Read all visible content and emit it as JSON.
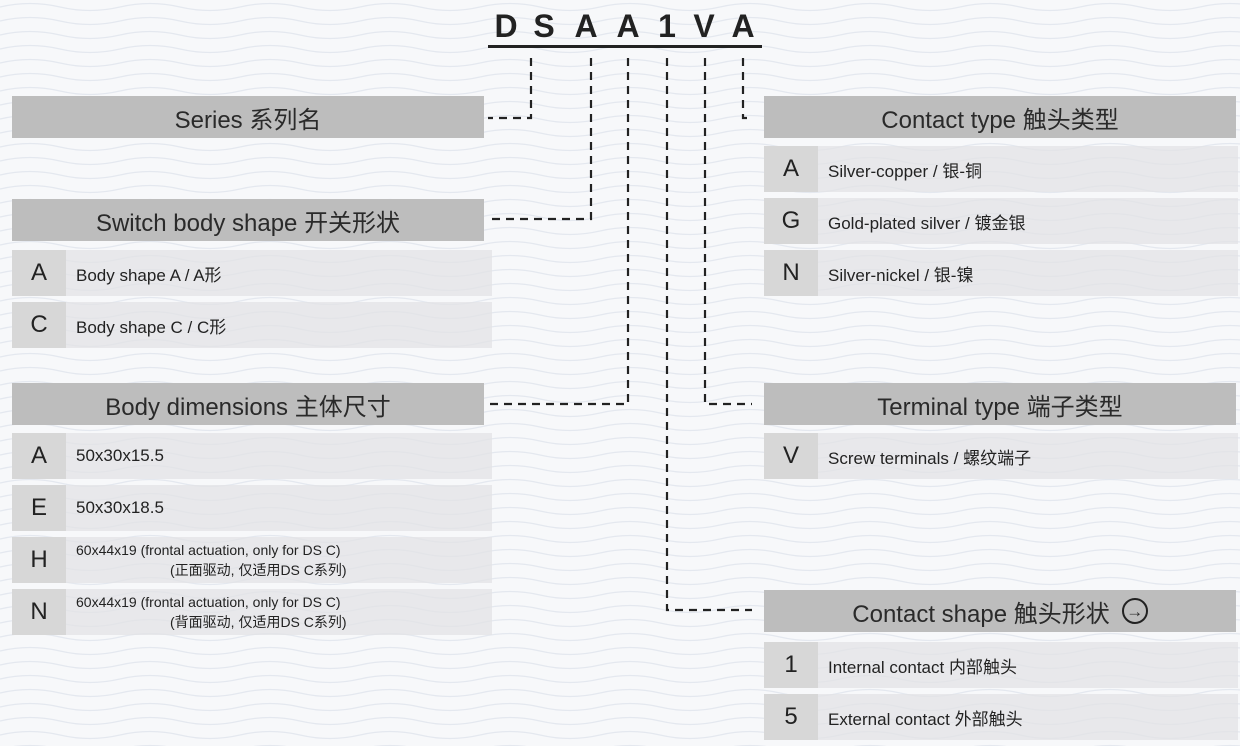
{
  "code": {
    "characters": [
      "D",
      "S",
      "A",
      "A",
      "1",
      "V",
      "A"
    ]
  },
  "sections": {
    "series": {
      "header": "Series 系列名"
    },
    "switch_body_shape": {
      "header": "Switch body shape 开关形状",
      "options": [
        {
          "code": "A",
          "desc": "Body shape A / A形"
        },
        {
          "code": "C",
          "desc": "Body shape C / C形"
        }
      ]
    },
    "body_dimensions": {
      "header": "Body dimensions 主体尺寸",
      "options": [
        {
          "code": "A",
          "desc": "50x30x15.5"
        },
        {
          "code": "E",
          "desc": "50x30x18.5"
        },
        {
          "code": "H",
          "desc": "60x44x19 (frontal actuation, only for DS C)",
          "desc2": "(正面驱动, 仅适用DS C系列)"
        },
        {
          "code": "N",
          "desc": "60x44x19 (frontal actuation, only for DS C)",
          "desc2": "(背面驱动, 仅适用DS C系列)"
        }
      ]
    },
    "contact_type": {
      "header": "Contact type 触头类型",
      "options": [
        {
          "code": "A",
          "desc": "Silver-copper / 银-铜"
        },
        {
          "code": "G",
          "desc": "Gold-plated silver / 镀金银"
        },
        {
          "code": "N",
          "desc": "Silver-nickel / 银-镍"
        }
      ]
    },
    "terminal_type": {
      "header": "Terminal type 端子类型",
      "options": [
        {
          "code": "V",
          "desc": "Screw terminals / 螺纹端子"
        }
      ]
    },
    "contact_shape": {
      "header": "Contact shape 触头形状",
      "icon": "arrow-right-circle-icon",
      "options": [
        {
          "code": "1",
          "desc": "Internal contact 内部触头"
        },
        {
          "code": "5",
          "desc": "External contact 外部触头"
        }
      ]
    }
  }
}
